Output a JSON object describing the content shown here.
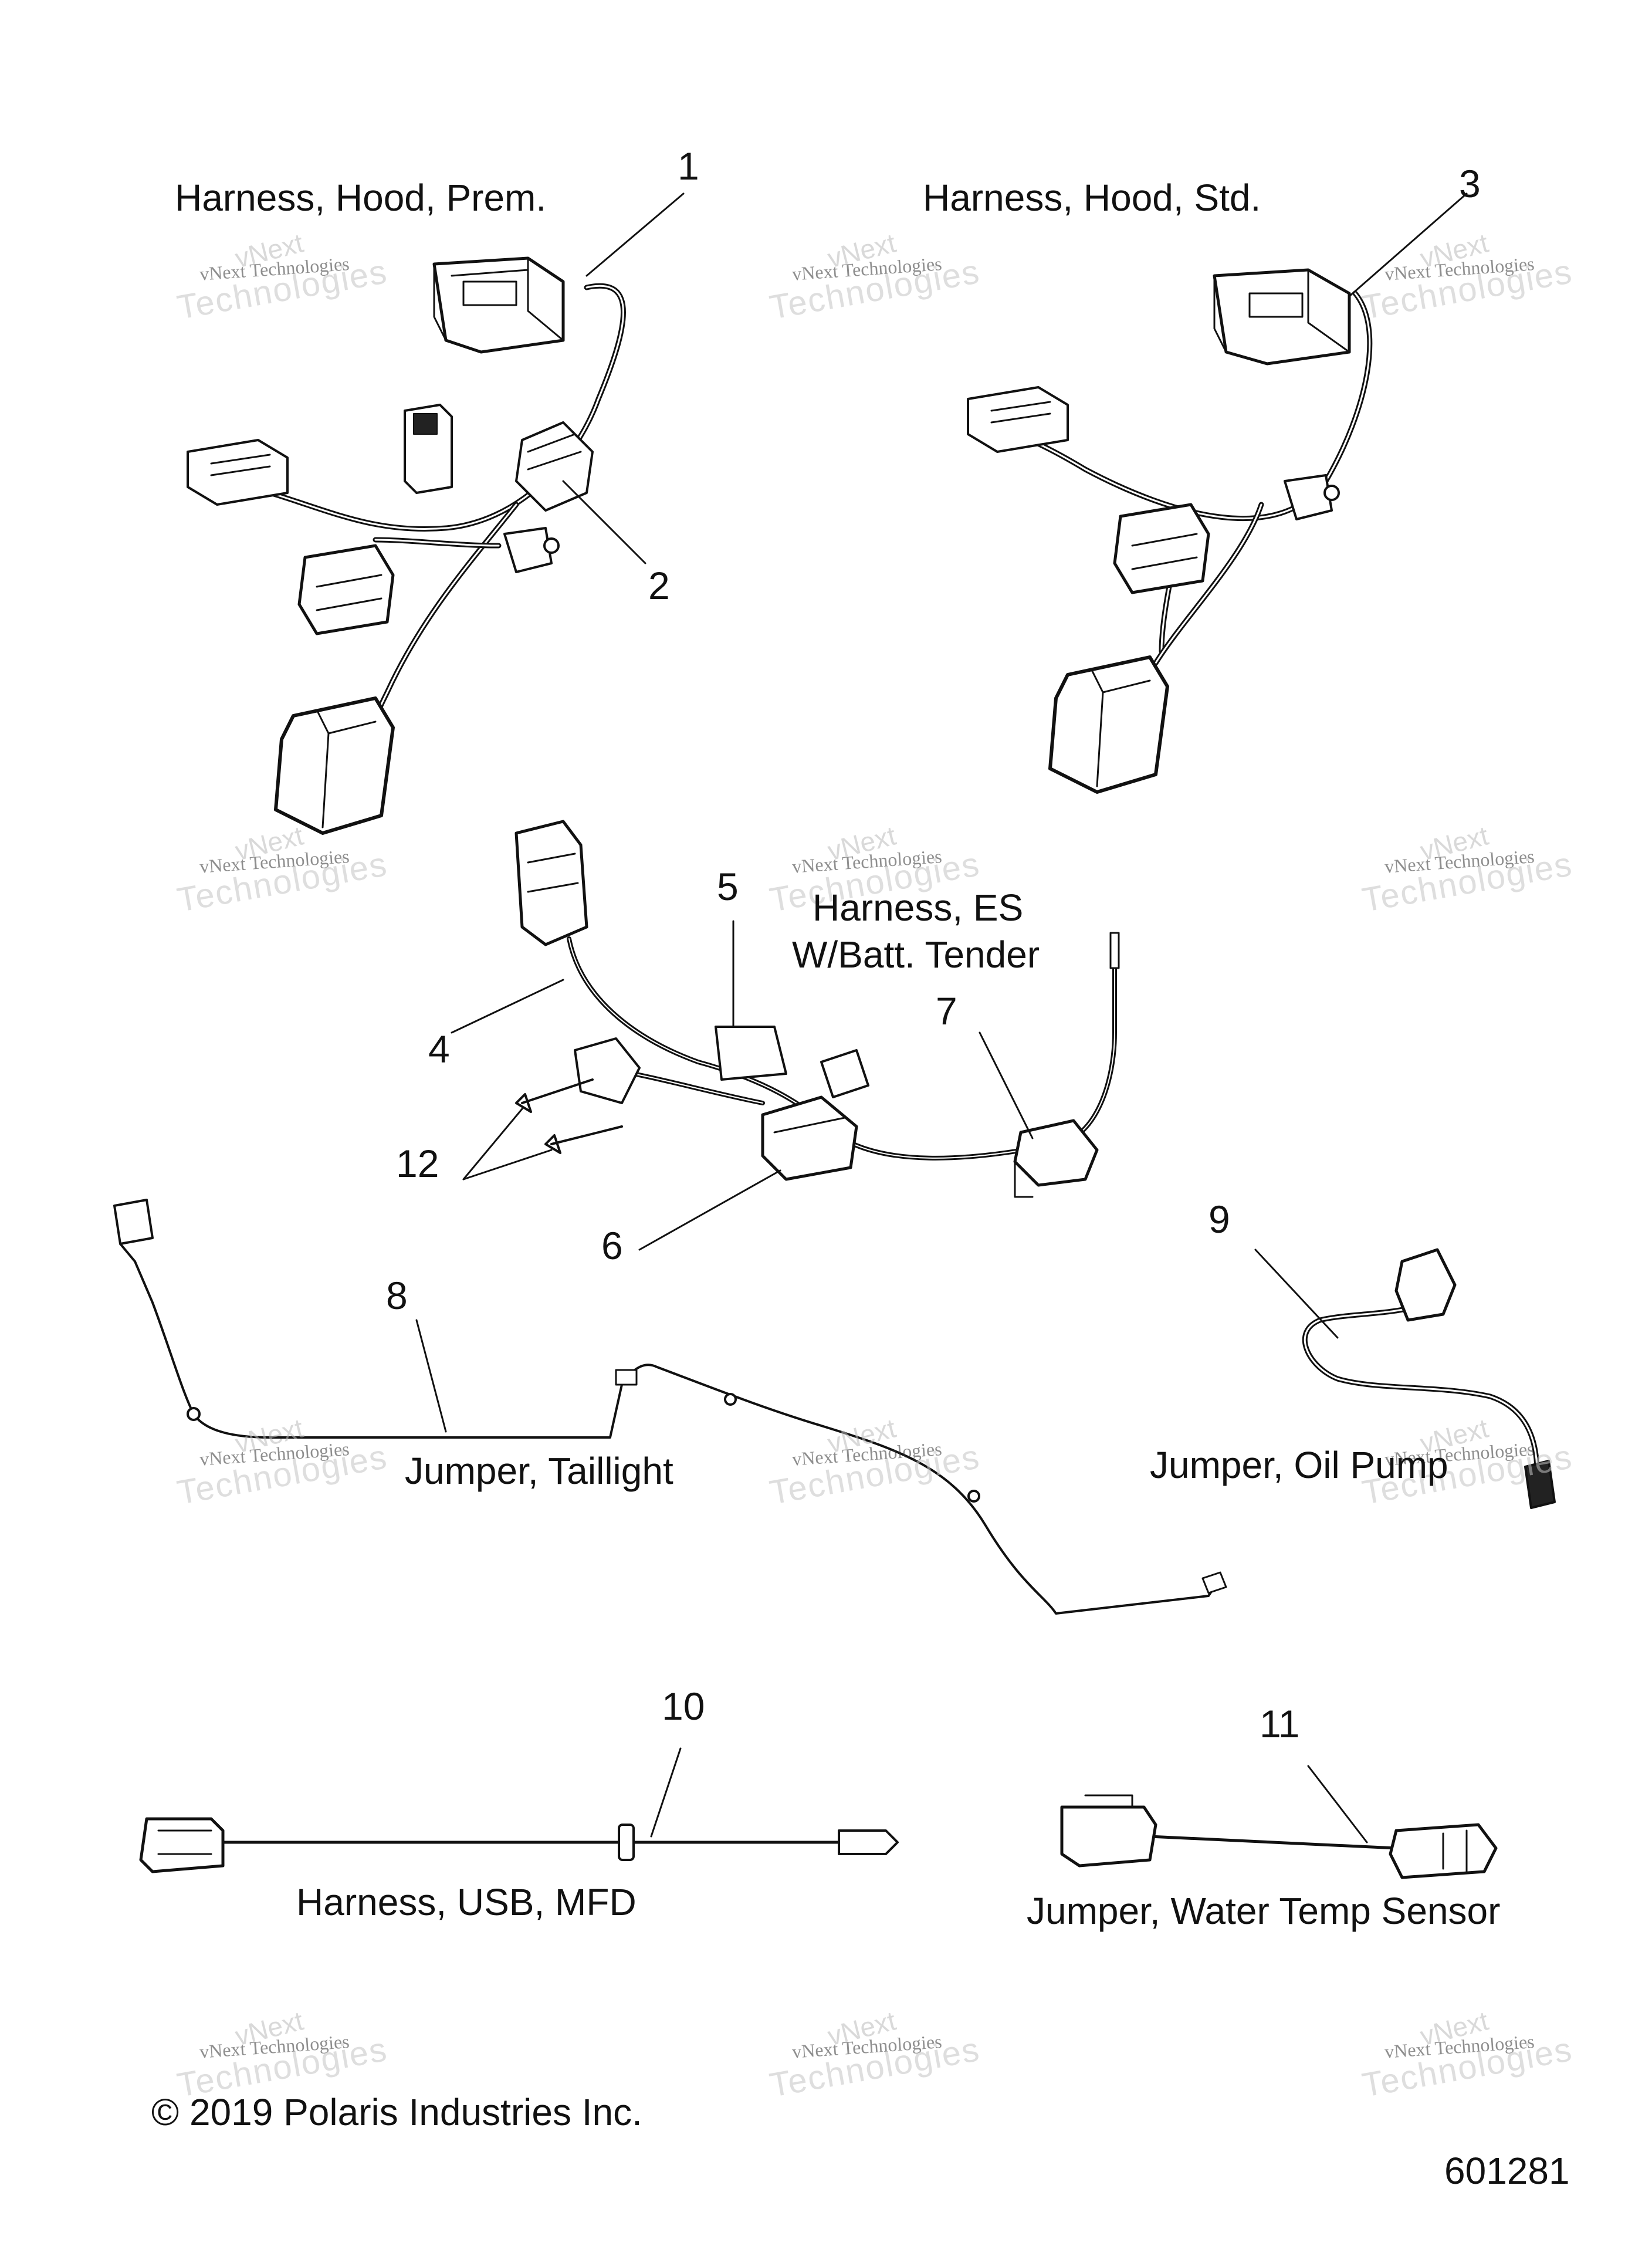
{
  "captions": {
    "hood_prem": "Harness, Hood, Prem.",
    "hood_std": "Harness, Hood, Std.",
    "es_line1": "Harness, ES",
    "es_line2": "W/Batt. Tender",
    "taillight": "Jumper, Taillight",
    "oil_pump": "Jumper, Oil Pump",
    "usb": "Harness, USB, MFD",
    "water_temp": "Jumper, Water Temp Sensor"
  },
  "callouts": [
    "1",
    "2",
    "3",
    "4",
    "5",
    "6",
    "7",
    "8",
    "9",
    "10",
    "11",
    "12"
  ],
  "watermark": {
    "line1": "vNext",
    "line2": "vNext Technologies",
    "line3": "Technologies"
  },
  "copyright": "© 2019 Polaris Industries Inc.",
  "figure_number": "601281"
}
